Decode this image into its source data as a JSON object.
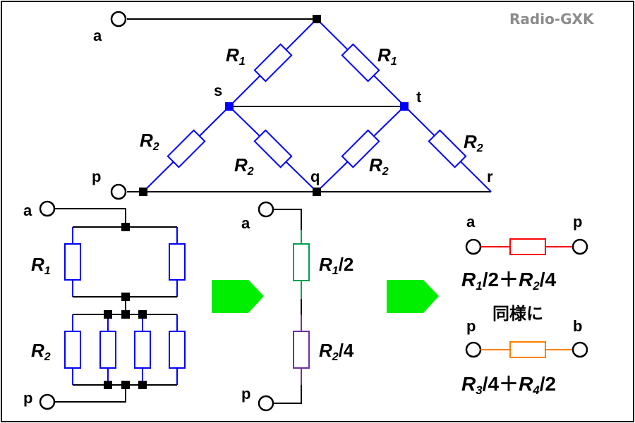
{
  "watermark": "Radio-GXK",
  "nodes": {
    "a": "a",
    "p": "p",
    "s": "s",
    "t": "t",
    "q": "q",
    "r": "r",
    "b": "b"
  },
  "resistors": {
    "r1": "R",
    "r1_sub": "1",
    "r2": "R",
    "r2_sub": "2"
  },
  "middle": {
    "top": {
      "base": "R",
      "sub": "1",
      "rest": "/2"
    },
    "bottom": {
      "base": "R",
      "sub": "2",
      "rest": "/4"
    }
  },
  "result_ap": {
    "b1": "R",
    "s1": "1",
    "r1": "/2＋",
    "b2": "R",
    "s2": "2",
    "r2": "/4"
  },
  "similarly": "同様に",
  "result_pb": {
    "b1": "R",
    "s1": "3",
    "r1": "/4＋",
    "b2": "R",
    "s2": "4",
    "r2": "/2"
  },
  "colors": {
    "bridge": "#0000ff",
    "wire": "#000000",
    "half": "#00a050",
    "quarter": "#7030a0",
    "ap": "#ff0000",
    "pb": "#ff8000",
    "arrow": "#00ee00"
  }
}
